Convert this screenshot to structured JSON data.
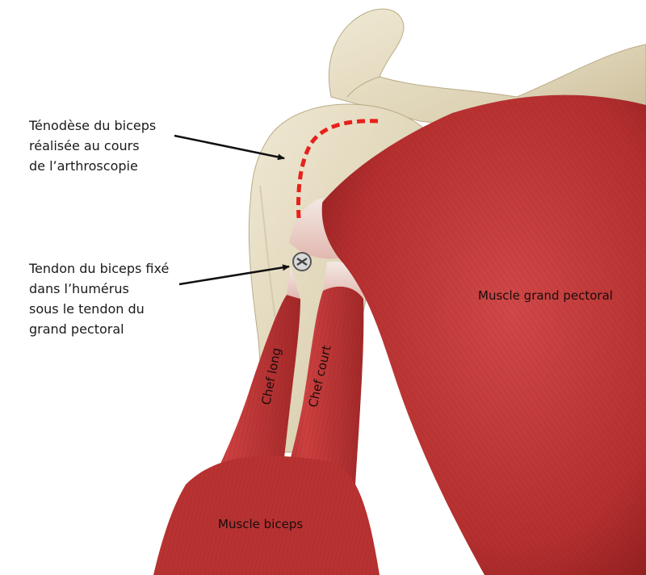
{
  "annotations": {
    "tenodese": {
      "lines": [
        "Ténodèse du biceps",
        "réalisée au cours",
        "de l’arthroscopie"
      ]
    },
    "tendon": {
      "lines": [
        "Tendon du biceps fixé",
        "dans l’humérus",
        "sous le tendon du",
        "grand pectoral"
      ]
    }
  },
  "labels": {
    "pectoral": "Muscle grand pectoral",
    "biceps": "Muscle biceps",
    "chef_long": "Chef long",
    "chef_court": "Chef court"
  },
  "colors": {
    "muscle": "#c23a3a",
    "muscle_dark": "#8e1e1e",
    "bone": "#e4dcc4",
    "bone_shadow": "#c9bd9e",
    "dashed_path": "#e8201c",
    "arrow": "#111111"
  }
}
